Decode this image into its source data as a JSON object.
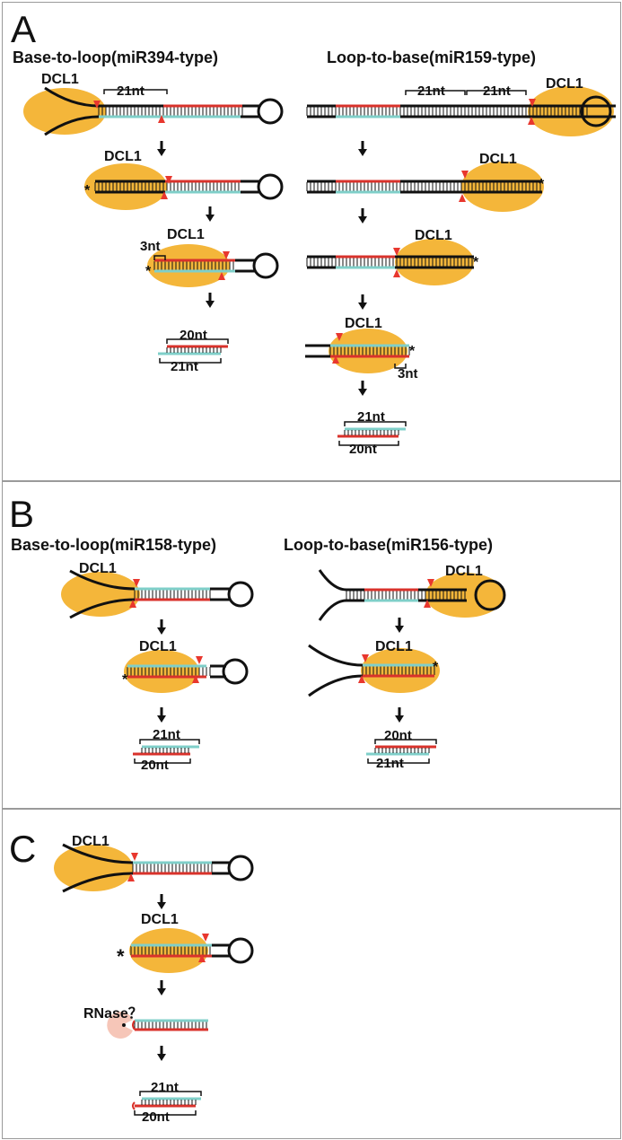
{
  "panel_a": {
    "letter": "A",
    "left_title": "Base-to-loop(miR394-type)",
    "right_title": "Loop-to-base(miR159-type)",
    "enzyme": "DCL1",
    "len_21": "21nt",
    "len_20": "20nt",
    "len_3": "3nt"
  },
  "panel_b": {
    "letter": "B",
    "left_title": "Base-to-loop(miR158-type)",
    "right_title": "Loop-to-base(miR156-type)",
    "enzyme": "DCL1",
    "len_21": "21nt",
    "len_20": "20nt"
  },
  "panel_c": {
    "letter": "C",
    "enzyme": "DCL1",
    "rnase": "RNase？",
    "len_21": "21nt",
    "len_20": "20nt"
  },
  "colors": {
    "enzyme": "#f4b63a",
    "mirna": "#d9322b",
    "mirna_star": "#7fcfc9",
    "stem": "#111111",
    "cut": "#e8372e",
    "rnase": "#f6c6b8"
  }
}
